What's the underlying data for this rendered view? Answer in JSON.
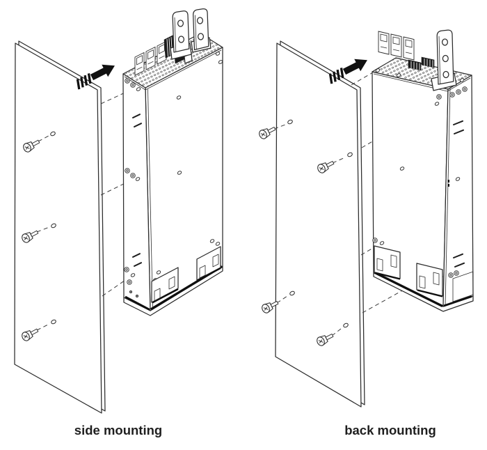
{
  "figures": {
    "side": {
      "caption": "side mounting",
      "screw_count": 3,
      "panel_hole_count": 3
    },
    "back": {
      "caption": "back mounting",
      "screw_count": 4,
      "panel_hole_count": 4
    }
  },
  "style": {
    "background": "#ffffff",
    "line_color": "#2b2b2b",
    "arrow_color": "#111111",
    "caption_color": "#1f1f1f"
  },
  "icons": [
    "insertion-direction-arrow",
    "mounting-screw",
    "panel-hole",
    "mounting-hole-ring",
    "busbar-terminal",
    "terminal-block"
  ]
}
